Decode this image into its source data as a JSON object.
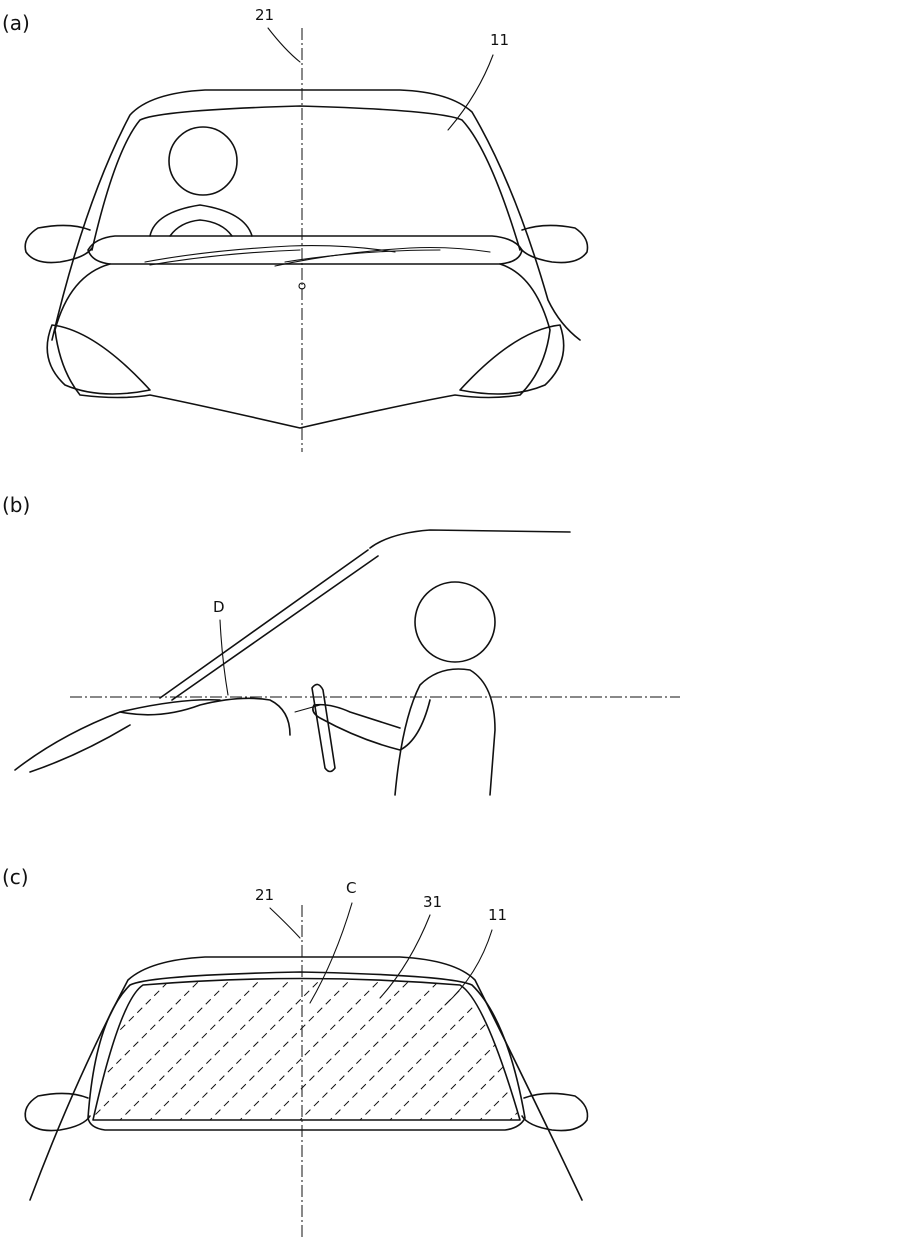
{
  "panels": {
    "a": {
      "label": "(a)",
      "refs": {
        "centerline": "21",
        "windshield": "11"
      }
    },
    "b": {
      "label": "(b)",
      "refs": {
        "distance": "D"
      }
    },
    "c": {
      "label": "(c)",
      "refs": {
        "centerline": "21",
        "center_point": "C",
        "region": "31",
        "windshield": "11"
      }
    }
  }
}
